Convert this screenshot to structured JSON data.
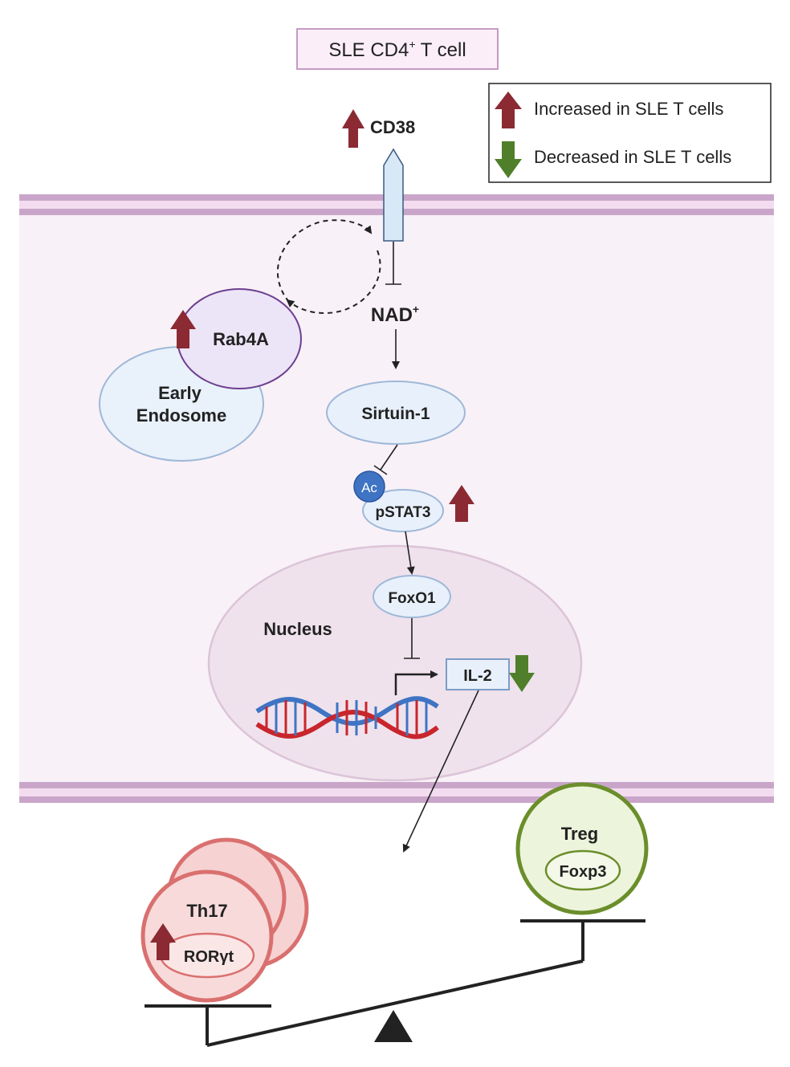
{
  "title": {
    "text_main": "SLE CD4",
    "sup": "+",
    "text_tail": " T cell"
  },
  "legend": {
    "increased": "Increased in SLE T cells",
    "decreased": "Decreased in SLE T cells",
    "up_color": "#8b2a33",
    "down_color": "#4f7f2a"
  },
  "nodes": {
    "cd38": "CD38",
    "nad_main": "NAD",
    "nad_sup": "+",
    "rab4a": "Rab4A",
    "early_endosome_1": "Early",
    "early_endosome_2": "Endosome",
    "sirtuin": "Sirtuin-1",
    "ac": "Ac",
    "pstat3": "pSTAT3",
    "foxo1": "FoxO1",
    "nucleus": "Nucleus",
    "il2": "IL-2",
    "th17": "Th17",
    "roryt": "RORγt",
    "treg": "Treg",
    "foxp3": "Foxp3"
  },
  "colors": {
    "membrane": "#c9a6c9",
    "membrane_light": "#f3dcef",
    "cytoplasm": "#f8f1f7",
    "nucleus_fill": "#efe2ec",
    "node_fill": "#e8f0fb",
    "node_stroke": "#9fb8d8",
    "rab4a_fill": "#ece4f7",
    "rab4a_stroke": "#6d3f8f",
    "th17_fill": "#f6d2d2",
    "th17_stroke": "#d9706f",
    "treg_fill": "#edf4dc",
    "treg_stroke": "#6b8e2b"
  }
}
